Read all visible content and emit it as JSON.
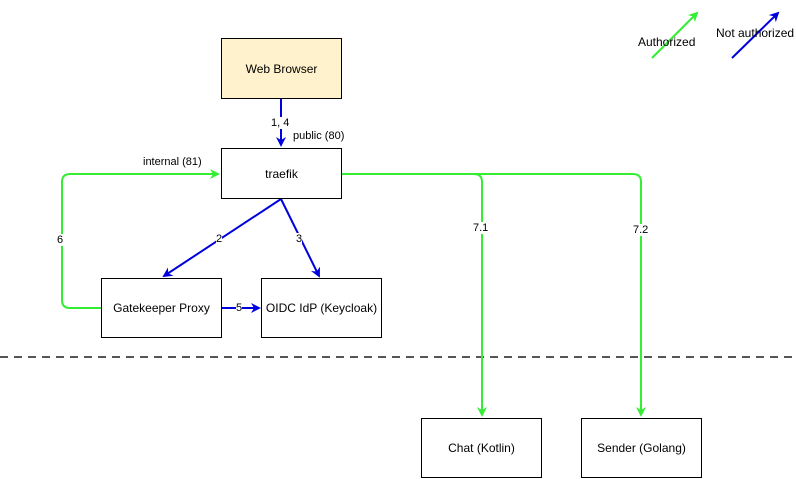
{
  "nodes": {
    "web_browser": "Web Browser",
    "traefik": "traefik",
    "gatekeeper": "Gatekeeper Proxy",
    "oidc": "OIDC IdP (Keycloak)",
    "chat": "Chat (Kotlin)",
    "sender": "Sender (Golang)"
  },
  "edges": {
    "browser_to_traefik": "1, 4",
    "traefik_to_gatekeeper": "2",
    "traefik_to_oidc": "3",
    "gatekeeper_to_oidc": "5",
    "gatekeeper_to_traefik": "6",
    "traefik_to_chat": "7.1",
    "traefik_to_sender": "7.2"
  },
  "ports": {
    "public": "public (80)",
    "internal": "internal (81)"
  },
  "legend": {
    "authorized": "Authorized",
    "not_authorized": "Not authorized"
  },
  "colors": {
    "authorized": "#33ee33",
    "not_authorized": "#0000dd",
    "browser_fill": "#fff2cc",
    "divider": "#555555"
  }
}
